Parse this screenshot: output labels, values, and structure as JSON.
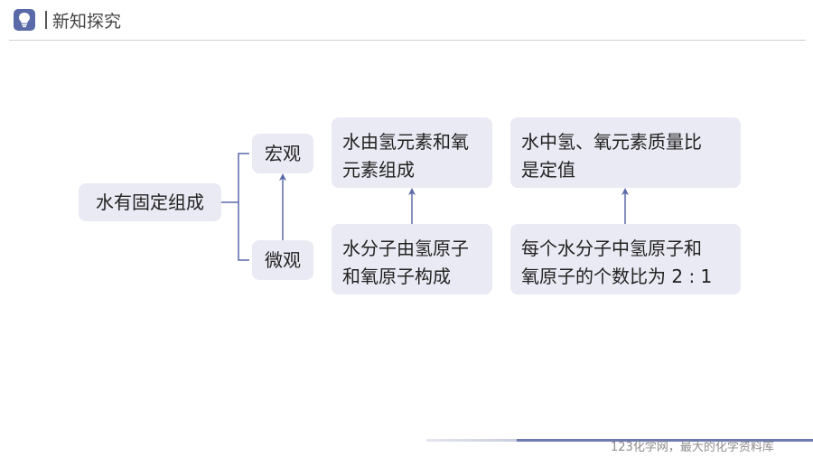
{
  "header": {
    "icon": "lightbulb-icon",
    "title": "新知探究"
  },
  "diagram": {
    "root": "水有固定组成",
    "macro": "宏观",
    "micro": "微观",
    "macro_fact_lines": [
      "水由氢元素和氧",
      "元素组成"
    ],
    "micro_fact_lines": [
      "水分子由氢原子",
      "和氧原子构成"
    ],
    "macro_ratio_lines": [
      "水中氢、氧元素质量比",
      "是定值"
    ],
    "micro_ratio_lines": [
      "每个水分子中氢原子和",
      "氧原子的个数比为 2 : 1"
    ]
  },
  "footer": {
    "watermark": "123化学网，最大的化学资料库"
  },
  "colors": {
    "accent": "#5a6aa8",
    "box_fill": "#eaeaf4",
    "connector": "#5a6aa8"
  }
}
